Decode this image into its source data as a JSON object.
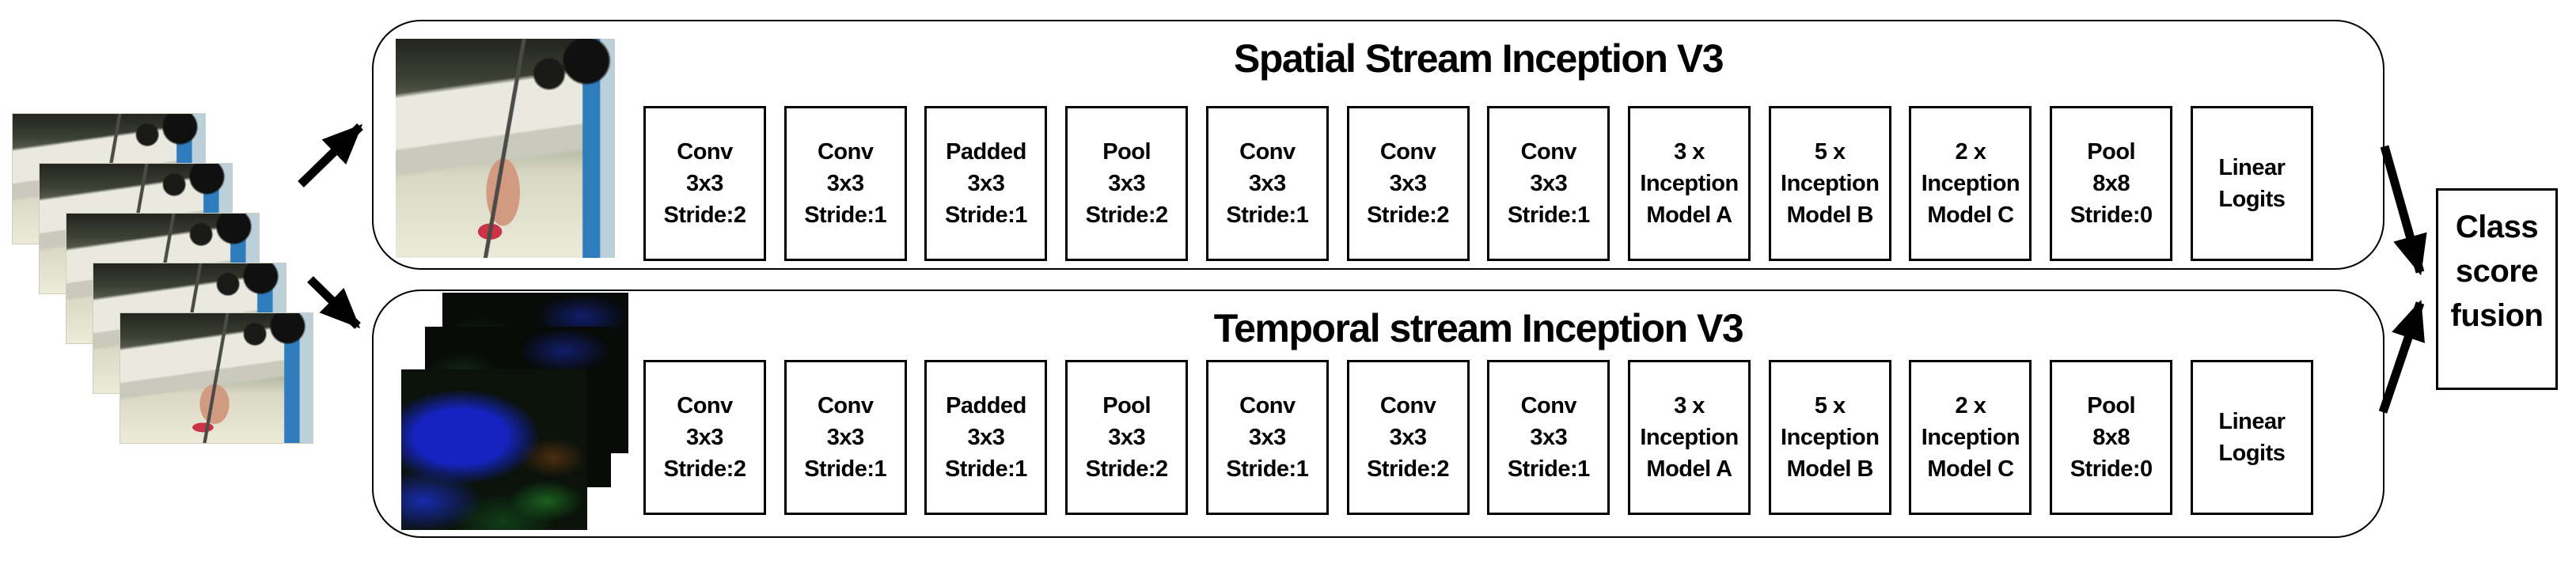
{
  "diagram": {
    "background": "#ffffff",
    "ink": "#000000",
    "input_stack": {
      "frame_count": 5,
      "description": "stacked RGB video frames"
    },
    "streams": [
      {
        "title": "Spatial Stream Inception V3",
        "input_thumbnail": "rgb-frame",
        "boxes": [
          {
            "lines": [
              "Conv",
              "3x3",
              "Stride:2"
            ]
          },
          {
            "lines": [
              "Conv",
              "3x3",
              "Stride:1"
            ]
          },
          {
            "lines": [
              "Padded",
              "3x3",
              "Stride:1"
            ]
          },
          {
            "lines": [
              "Pool",
              "3x3",
              "Stride:2"
            ]
          },
          {
            "lines": [
              "Conv",
              "3x3",
              "Stride:1"
            ]
          },
          {
            "lines": [
              "Conv",
              "3x3",
              "Stride:2"
            ]
          },
          {
            "lines": [
              "Conv",
              "3x3",
              "Stride:1"
            ]
          },
          {
            "lines": [
              "3 x",
              "Inception",
              "Model A"
            ]
          },
          {
            "lines": [
              "5 x",
              "Inception",
              "Model B"
            ]
          },
          {
            "lines": [
              "2 x",
              "Inception",
              "Model C"
            ]
          },
          {
            "lines": [
              "Pool",
              "8x8",
              "Stride:0"
            ]
          },
          {
            "lines": [
              "Linear",
              "Logits"
            ]
          }
        ]
      },
      {
        "title": "Temporal stream Inception V3",
        "input_thumbnail": "optical-flow-frames",
        "flow_frame_count": 3,
        "boxes": [
          {
            "lines": [
              "Conv",
              "3x3",
              "Stride:2"
            ]
          },
          {
            "lines": [
              "Conv",
              "3x3",
              "Stride:1"
            ]
          },
          {
            "lines": [
              "Padded",
              "3x3",
              "Stride:1"
            ]
          },
          {
            "lines": [
              "Pool",
              "3x3",
              "Stride:2"
            ]
          },
          {
            "lines": [
              "Conv",
              "3x3",
              "Stride:1"
            ]
          },
          {
            "lines": [
              "Conv",
              "3x3",
              "Stride:2"
            ]
          },
          {
            "lines": [
              "Conv",
              "3x3",
              "Stride:1"
            ]
          },
          {
            "lines": [
              "3 x",
              "Inception",
              "Model A"
            ]
          },
          {
            "lines": [
              "5 x",
              "Inception",
              "Model B"
            ]
          },
          {
            "lines": [
              "2 x",
              "Inception",
              "Model C"
            ]
          },
          {
            "lines": [
              "Pool",
              "8x8",
              "Stride:0"
            ]
          },
          {
            "lines": [
              "Linear",
              "Logits"
            ]
          }
        ]
      }
    ],
    "fusion": {
      "lines": [
        "Class",
        "score",
        "fusion"
      ]
    }
  }
}
